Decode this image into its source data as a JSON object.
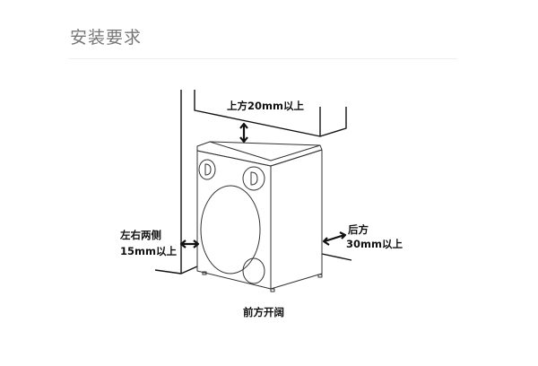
{
  "header": {
    "title": "安装要求"
  },
  "diagram": {
    "top_clearance": "上方20mm以上",
    "side_clearance_line1": "左右两侧",
    "side_clearance_line2": "15mm以上",
    "back_clearance_line1": "后方",
    "back_clearance_line2": "30mm以上",
    "front_clearance": "前方开阔"
  }
}
